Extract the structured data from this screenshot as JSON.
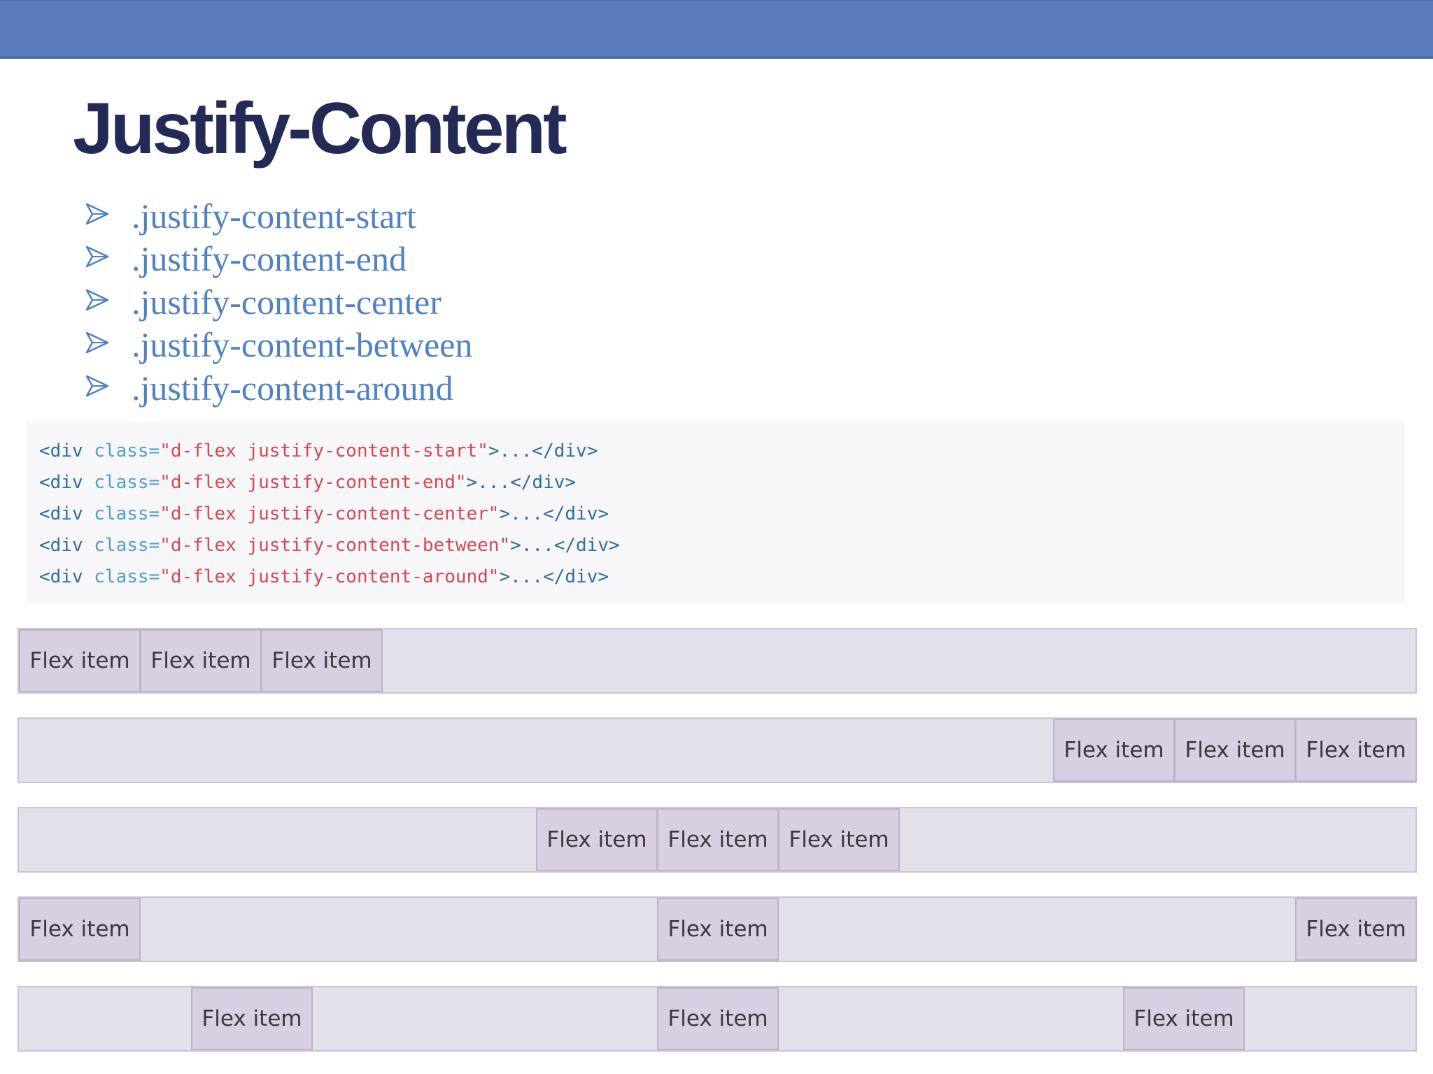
{
  "slide": {
    "title": "Justify-Content",
    "accent_color": "#5b7cbc",
    "title_color": "#232a55",
    "bullet_color": "#4f81c4"
  },
  "bullets": [
    ".justify-content-start",
    ".justify-content-end",
    ".justify-content-center",
    ".justify-content-between",
    ".justify-content-around"
  ],
  "code": {
    "tag_open": "<div",
    "attr_name": "class=",
    "tag_close": ">...</div>",
    "lines": [
      "\"d-flex justify-content-start\"",
      "\"d-flex justify-content-end\"",
      "\"d-flex justify-content-center\"",
      "\"d-flex justify-content-between\"",
      "\"d-flex justify-content-around\""
    ]
  },
  "demo": {
    "item_label": "Flex item",
    "rows": [
      {
        "justify": "start",
        "items": [
          "Flex item",
          "Flex item",
          "Flex item"
        ]
      },
      {
        "justify": "end",
        "items": [
          "Flex item",
          "Flex item",
          "Flex item"
        ]
      },
      {
        "justify": "center",
        "items": [
          "Flex item",
          "Flex item",
          "Flex item"
        ]
      },
      {
        "justify": "between",
        "items": [
          "Flex item",
          "Flex item",
          "Flex item"
        ]
      },
      {
        "justify": "around",
        "items": [
          "Flex item",
          "Flex item",
          "Flex item"
        ]
      }
    ]
  }
}
